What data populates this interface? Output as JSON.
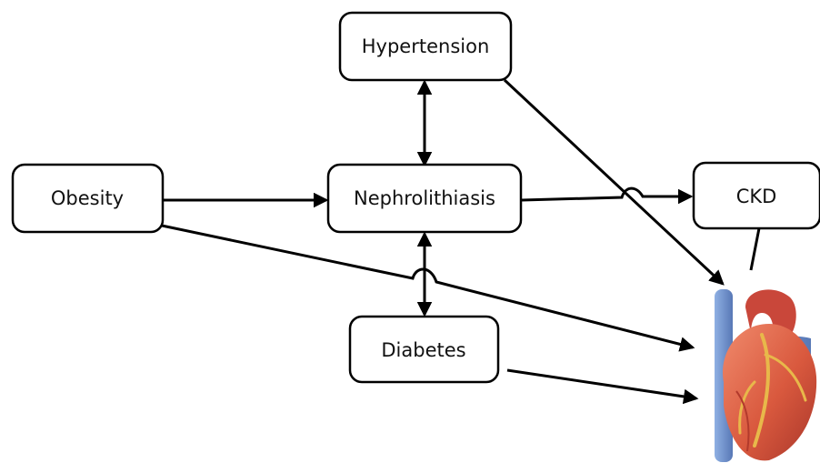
{
  "nodes": {
    "hypertension": "Hypertension",
    "obesity": "Obesity",
    "nephrolithiasis": "Nephrolithiasis",
    "ckd": "CKD",
    "diabetes": "Diabetes"
  },
  "image": {
    "icon": "heart-anatomy-illustration"
  },
  "colors": {
    "line": "#000000",
    "vein": "#6d8ec9",
    "heart": "#d9593e"
  }
}
